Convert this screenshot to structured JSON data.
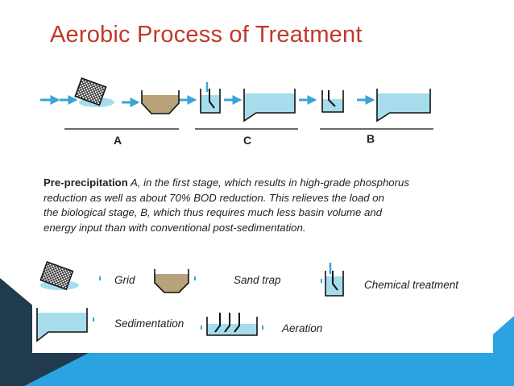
{
  "title": "Aerobic Process of Treatment",
  "stages": {
    "a": "A",
    "c": "C",
    "b": "B"
  },
  "paragraph": {
    "lead": "Pre-precipitation",
    "line1": " A, in the first stage, which results in high-grade phosphorus",
    "line2": "reduction as well as about 70% BOD reduction. This relieves the load on",
    "line3": "the biological stage, B, which thus requires much less basin volume and",
    "line4": "energy input than with conventional post-sedimentation."
  },
  "legend": {
    "grid": "Grid",
    "sand_trap": "Sand trap",
    "chemical": "Chemical treatment",
    "sedimentation": "Sedimentation",
    "aeration": "Aeration"
  },
  "colors": {
    "title": "#c0392b",
    "water": "#a6dcec",
    "arrow": "#3aa3d8",
    "sand": "#b8a27a",
    "accent_dark": "#1f3b4d",
    "accent_light": "#2ba3e0"
  }
}
